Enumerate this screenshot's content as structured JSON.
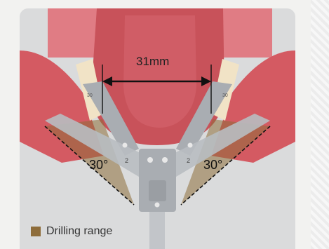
{
  "measurement": {
    "label": "31mm"
  },
  "angles": {
    "left": "30°",
    "right": "30°"
  },
  "guide_numbers": {
    "left_tab": "30",
    "right_tab": "30",
    "left_plate": "2",
    "right_plate": "2"
  },
  "legend": {
    "label": "Drilling range",
    "swatch_color": "#8e6d3b"
  },
  "colors": {
    "panel": "#dadbdc",
    "gum": "#d45a62",
    "tongue": "#c8525a",
    "tooth": "#f1e3c6",
    "metal": "#a9adb2",
    "drill_zone": "#8e6d3b"
  }
}
